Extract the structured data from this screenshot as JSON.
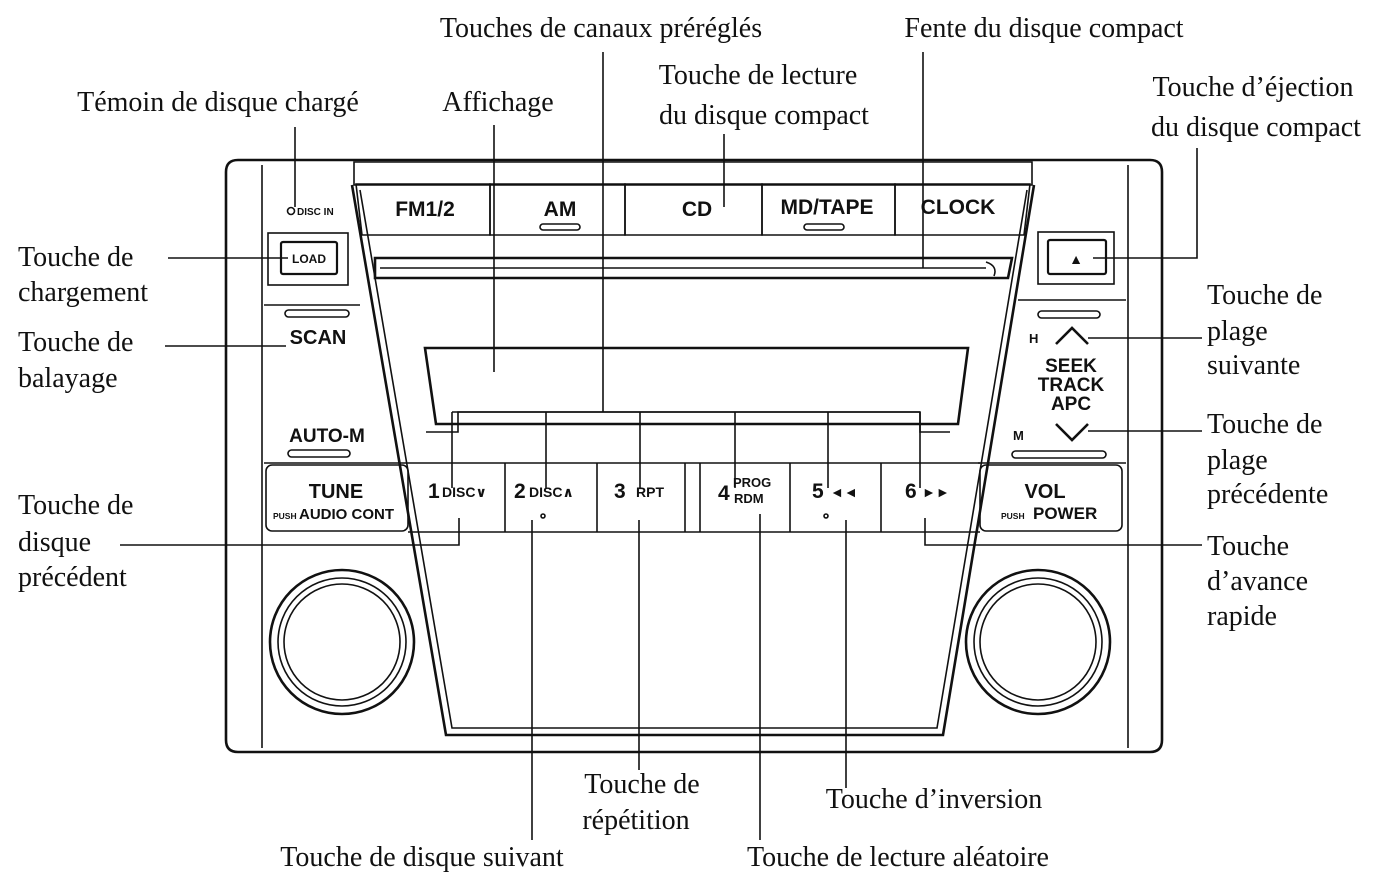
{
  "callouts": {
    "preset_keys": "Touches de canaux préréglés",
    "cd_slot": "Fente du disque compact",
    "cd_play_line1": "Touche de lecture",
    "cd_play_line2": "du disque compact",
    "disc_loaded": "Témoin de disque chargé",
    "display": "Affichage",
    "eject_line1": "Touche d’éjection",
    "eject_line2": "du disque compact",
    "load_line1": "Touche de",
    "load_line2": "chargement",
    "next_track_line1": "Touche de",
    "next_track_line2": "plage",
    "next_track_line3": "suivante",
    "scan_line1": "Touche de",
    "scan_line2": "balayage",
    "prev_track_line1": "Touche de",
    "prev_track_line2": "plage",
    "prev_track_line3": "précédente",
    "prev_disc_line1": "Touche de",
    "prev_disc_line2": "disque",
    "prev_disc_line3": "précédent",
    "ffwd_line1": "Touche",
    "ffwd_line2": "d’avance",
    "ffwd_line3": "rapide",
    "repeat_line1": "Touche de",
    "repeat_line2": "répétition",
    "reverse": "Touche d’inversion",
    "next_disc": "Touche de disque suivant",
    "random": "Touche de lecture aléatoire"
  },
  "panel": {
    "disc_in": "DISC IN",
    "load": "LOAD",
    "fm": "FM1/2",
    "am": "AM",
    "cd": "CD",
    "mdtape": "MD/TAPE",
    "clock": "CLOCK",
    "eject_symbol": "▲",
    "scan": "SCAN",
    "auto_m": "AUTO-M",
    "h": "H",
    "m": "M",
    "seek": "SEEK",
    "track": "TRACK",
    "apc": "APC",
    "seek_up": "^",
    "seek_down": "v",
    "tune": "TUNE",
    "tune_push": "PUSH",
    "tune_sub": "AUDIO CONT",
    "vol": "VOL",
    "vol_push": "PUSH",
    "vol_sub": "POWER",
    "presets": [
      {
        "num": "1",
        "label": "DISC∨"
      },
      {
        "num": "2",
        "label": "DISC∧"
      },
      {
        "num": "3",
        "label": "RPT"
      },
      {
        "num": "4",
        "label": "PROG",
        "label2": "RDM"
      },
      {
        "num": "5",
        "label": "◄◄"
      },
      {
        "num": "6",
        "label": "►►"
      }
    ]
  }
}
